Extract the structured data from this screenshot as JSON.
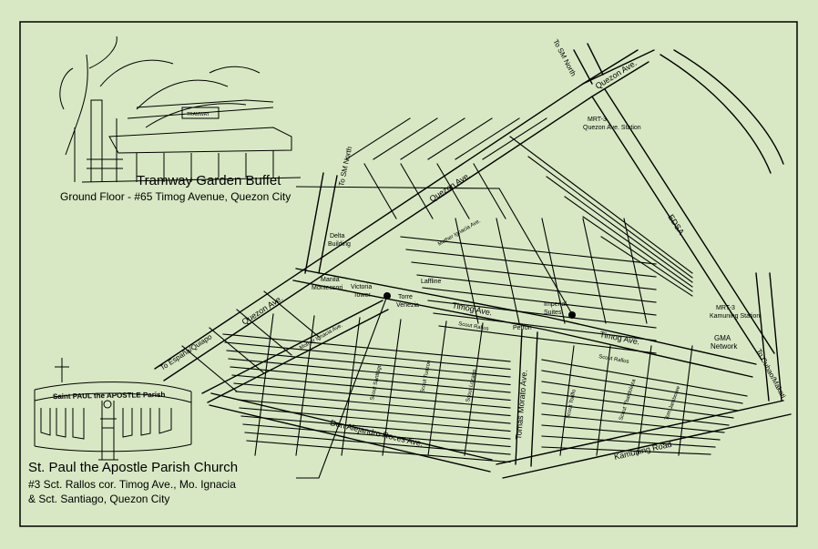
{
  "colors": {
    "background": "#d8e8c4",
    "ink": "#000000"
  },
  "venues": [
    {
      "name": "Tramway Garden Buffet",
      "address": "Ground Floor - #65 Timog Avenue, Quezon City"
    },
    {
      "name": "St. Paul the Apostle Parish Church",
      "address_line1": "#3 Sct. Rallos cor. Timog Ave., Mo. Ignacia",
      "address_line2": "& Sct. Santiago, Quezon City"
    }
  ],
  "illustrations": {
    "church_banner": "Saint PAUL the APOSTLE Parish",
    "tramway_sign": "TRAMWAY"
  },
  "streets": {
    "quezon_ave_top": "Quezon Ave.",
    "quezon_ave_mid": "Quezon Ave.",
    "quezon_ave_left": "Quezon Ave.",
    "to_sm_north_top": "To SM North",
    "to_sm_north_mid": "To SM North",
    "to_espana": "To España/Quiapo",
    "to_cubao": "To Cubao/Makati",
    "edsa": "EDSA",
    "timog_ave_1": "Timog Ave.",
    "timog_ave_2": "Timog Ave.",
    "mother_ignacia_1": "Mother Ignacia Ave.",
    "mother_ignacia_2": "Mother Ignacia Ave.",
    "tomas_morato": "Tomas Morato Ave.",
    "don_alejandro": "Don Alejandro Roces Ave.",
    "kamuning_road": "Kamuning Road",
    "scout_rallos_1": "Scout Rallos",
    "scout_rallos_2": "Scout Rallos",
    "scout_santiago": "Scout Santiago",
    "scout_tuazon": "Scout Tuazon",
    "scout_lozano": "Scout Lozano",
    "scout_torillo": "Scout Torillo",
    "scout_ybardolaza": "Scout Ybardolaza",
    "tomas_jamboree": "Tom Jamboree"
  },
  "landmarks": {
    "mrt_quezon": [
      "MRT-3",
      "Quezon Ave. Station"
    ],
    "mrt_kamuning": [
      "MRT-3",
      "Kamuning Station"
    ],
    "delta": [
      "Delta",
      "Building"
    ],
    "manila_montessori": [
      "Manila",
      "Montessori"
    ],
    "victoria_tower": [
      "Victoria",
      "Tower"
    ],
    "torre_venezia": [
      "Torre",
      "Venezia"
    ],
    "laffline": "Laffline",
    "imperial_suites": [
      "Imperial",
      "Suites"
    ],
    "petron": "Petron",
    "gma_network": [
      "GMA",
      "Network"
    ]
  }
}
